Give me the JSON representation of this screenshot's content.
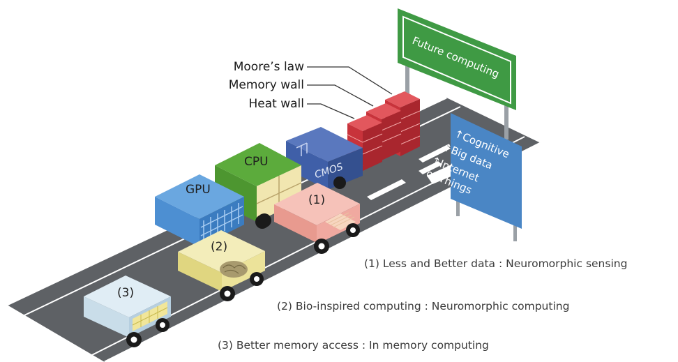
{
  "walls": {
    "moores_law": "Moore’s law",
    "memory_wall": "Memory wall",
    "heat_wall": "Heat wall"
  },
  "future_sign": "Future computing",
  "info_sign": {
    "line1": "↑Cognitive",
    "line2": "↑Big data",
    "line3": "↑Internet",
    "line4": "of Things"
  },
  "trucks": {
    "cmos": "CMOS",
    "cpu": "CPU",
    "gpu": "GPU",
    "t1": "(1)",
    "t2": "(2)",
    "t3": "(3)"
  },
  "captions": {
    "c1": "(1) Less and Better data : Neuromorphic sensing",
    "c2": "(2) Bio-inspired computing : Neuromorphic computing",
    "c3": "(3) Better memory access : In memory computing"
  },
  "colors": {
    "road": "#5e6165",
    "sign_green": "#3f9a44",
    "sign_blue": "#4a86c5",
    "brick": "#c8333b",
    "cmos": "#3f5fa8",
    "cpu": "#5cab3c",
    "gpu": "#4d8fd2",
    "truck1": "#f0a9a0",
    "truck2": "#ece39a",
    "truck3": "#c9dde9"
  }
}
